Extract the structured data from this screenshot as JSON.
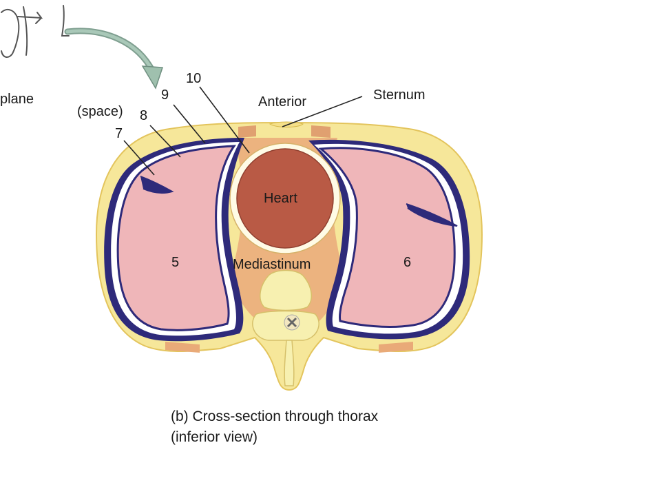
{
  "labels": {
    "plane_fragment": "plane",
    "space": "(space)",
    "n7": "7",
    "n8": "8",
    "n9": "9",
    "n10": "10",
    "anterior": "Anterior",
    "sternum": "Sternum",
    "heart": "Heart",
    "mediastinum": "Mediastinum",
    "n5": "5",
    "n6": "6"
  },
  "caption": {
    "line1": "(b) Cross-section through thorax",
    "line2": "(inferior view)"
  },
  "colors": {
    "skin": "#f6e79a",
    "skin_edge": "#e8c860",
    "lung": "#efb6b9",
    "pleura": "#2e2a7a",
    "mediastinum": "#ecb37f",
    "heart": "#b95a45",
    "pericardium": "#fffbe6",
    "arrow": "#8fb4a2"
  }
}
